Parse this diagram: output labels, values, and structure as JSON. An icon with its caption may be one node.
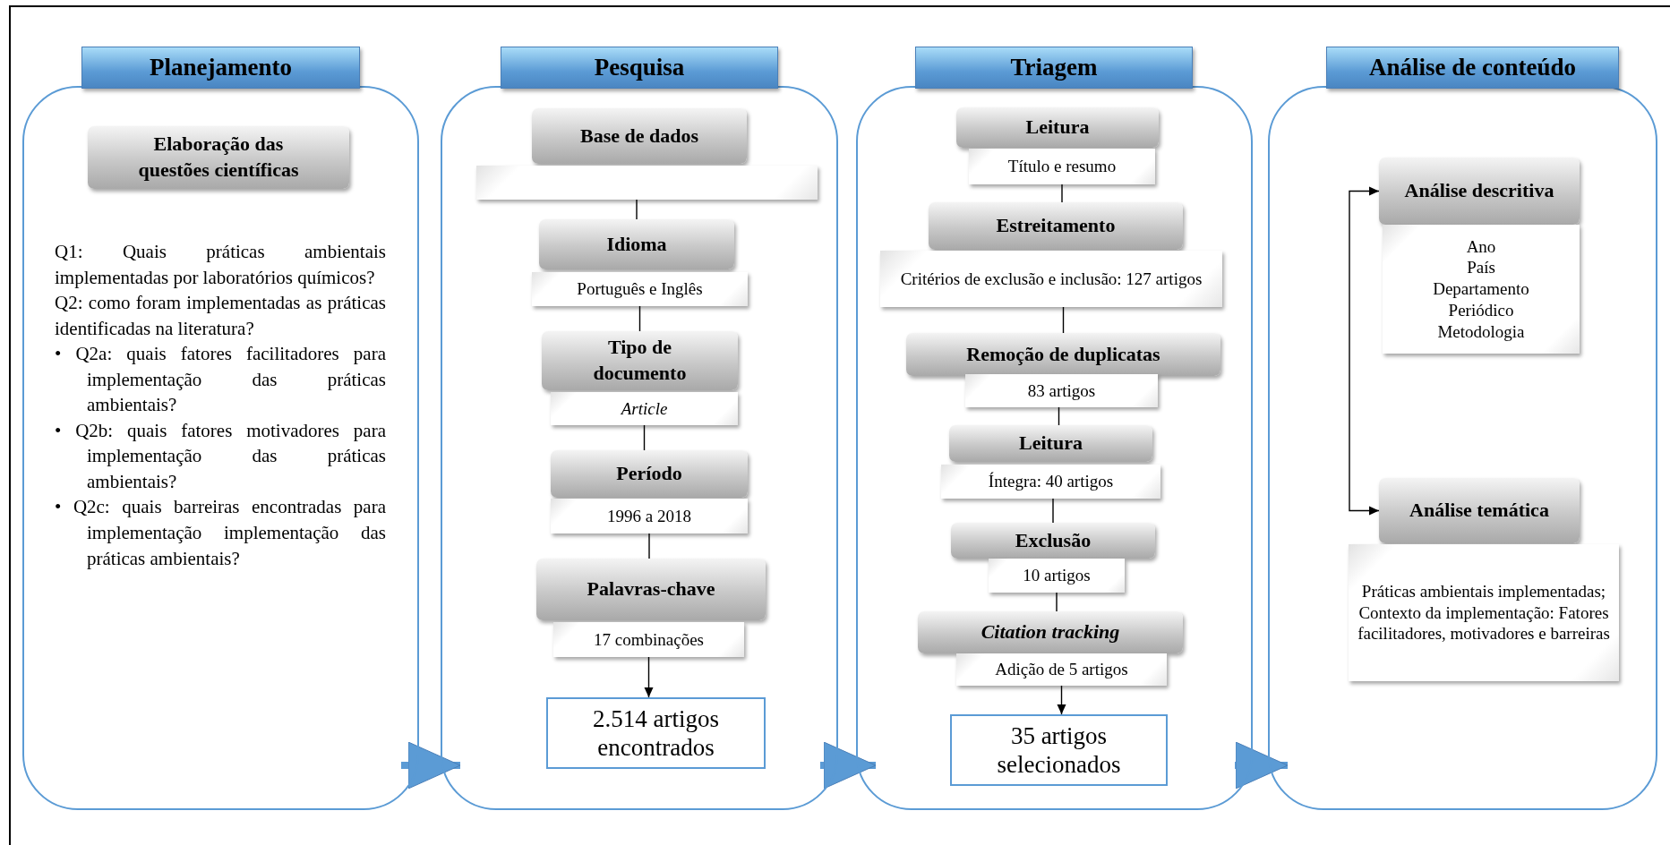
{
  "diagram": {
    "nodes": [
      {
        "text": [
          "Planejamento",
          "Q1: Quais práticas ambientais implementadas por laboratórios químicos?",
          "Q2: como foram implementadas as práticas identificadas na literatura?",
          "• Q2a: quais fatores facilitadores para implementação das práticas ambientais?",
          "• Q2b: quais fatores motivadores para implementação das práticas ambientais?",
          "• Q2c: quais barreiras encontradas para implementação implementação das práticas ambientais?"
        ]
      },
      {
        "text": [
          "Elaboração das questões científicas"
        ],
        "in": 0
      },
      {
        "text": [
          "Pesquisa"
        ]
      },
      {
        "text": [
          "Base de dados"
        ],
        "in": 2
      },
      {
        "text": [],
        "shape": "box",
        "in": 2
      },
      {
        "text": [
          "Idioma"
        ],
        "in": 2
      },
      {
        "text": [
          "Português e Inglês"
        ],
        "in": 2
      },
      {
        "text": [
          "Tipo de documento"
        ],
        "in": 2
      },
      {
        "text": [
          "Article"
        ],
        "in": 2
      },
      {
        "text": [
          "Período"
        ],
        "in": 2
      },
      {
        "text": [
          "1996 a 2018"
        ],
        "in": 2
      },
      {
        "text": [
          "Palavras-chave"
        ],
        "in": 2
      },
      {
        "text": [
          "17 combinações"
        ],
        "in": 2
      },
      {
        "text": [
          "2.514 artigos encontrados"
        ],
        "in": 2
      },
      {
        "text": [
          "Triagem"
        ]
      },
      {
        "text": [
          "Leitura"
        ],
        "in": 14
      },
      {
        "text": [
          "Título e resumo"
        ],
        "in": 14
      },
      {
        "text": [
          "Estreitamento"
        ],
        "in": 14
      },
      {
        "text": [
          "Critérios de exclusão e inclusão: 127 artigos"
        ],
        "in": 14
      },
      {
        "text": [
          "Remoção de duplicatas"
        ],
        "in": 14
      },
      {
        "text": [
          "83 artigos"
        ],
        "in": 14
      },
      {
        "text": [
          "Leitura"
        ],
        "in": 14
      },
      {
        "text": [
          "Íntegra: 40 artigos"
        ],
        "in": 14
      },
      {
        "text": [
          "Exclusão"
        ],
        "in": 14
      },
      {
        "text": [
          "10 artigos"
        ],
        "in": 14
      },
      {
        "text": [
          "Citation tracking"
        ],
        "in": 14
      },
      {
        "text": [
          "Adição de 5 artigos"
        ],
        "in": 14
      },
      {
        "text": [
          "35 artigos selecionados"
        ],
        "in": 14
      },
      {
        "text": [
          "Análise de conteúdo"
        ]
      },
      {
        "text": [
          "Análise descritiva"
        ],
        "in": 28
      },
      {
        "text": [
          "Ano",
          "País",
          "Departamento",
          "Periódico",
          "Metodologia"
        ],
        "in": 28
      },
      {
        "text": [
          "Análise temática"
        ],
        "in": 28
      },
      {
        "text": [
          "Práticas ambientais implementadas;",
          "Contexto da implementação: Fatores facilitadores, motivadores e barreiras"
        ],
        "in": 28
      }
    ],
    "edges": [
      {
        "from": 4,
        "to": 5,
        "arrow": "none"
      },
      {
        "from": 6,
        "to": 7,
        "arrow": "none"
      },
      {
        "from": 8,
        "to": 9,
        "arrow": "none"
      },
      {
        "from": 10,
        "to": 11,
        "arrow": "none"
      },
      {
        "from": 12,
        "to": 13,
        "arrow": "to"
      },
      {
        "from": 16,
        "to": 17,
        "arrow": "none"
      },
      {
        "from": 18,
        "to": 19,
        "arrow": "none"
      },
      {
        "from": 20,
        "to": 21,
        "arrow": "none"
      },
      {
        "from": 22,
        "to": 23,
        "arrow": "none"
      },
      {
        "from": 24,
        "to": 25,
        "arrow": "none"
      },
      {
        "from": 26,
        "to": 27,
        "arrow": "to"
      },
      {
        "from": 29,
        "to": 31,
        "arrow": "both"
      },
      {
        "from": 0,
        "to": 2,
        "arrow": "to",
        "style": "thick",
        "color": "#5b9bd5"
      },
      {
        "from": 2,
        "to": 14,
        "arrow": "to",
        "style": "thick",
        "color": "#5b9bd5"
      },
      {
        "from": 14,
        "to": 28,
        "arrow": "to",
        "style": "thick",
        "color": "#5b9bd5"
      }
    ]
  }
}
